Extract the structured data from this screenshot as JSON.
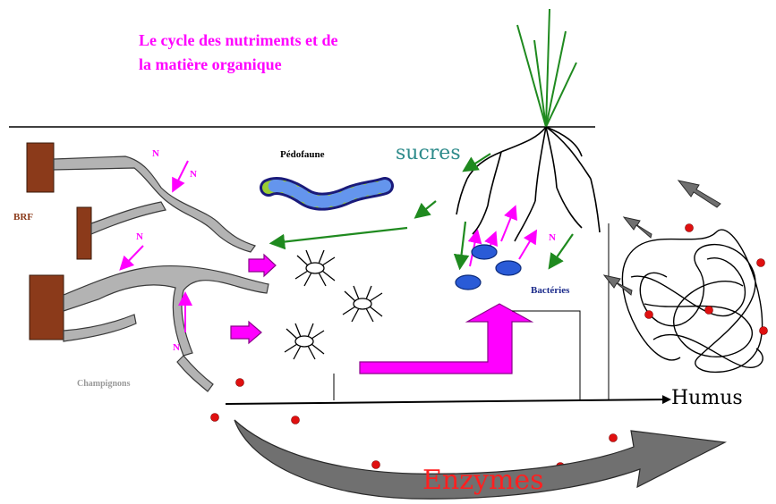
{
  "title": {
    "line1": "Le cycle des nutriments et de",
    "line2": "la matière organique"
  },
  "labels": {
    "brf": "BRF",
    "champignons": "Champignons",
    "pedofaune": "Pédofaune",
    "sucres": "sucres",
    "bacteries": "Bactéries",
    "humus": "Humus",
    "enzymes": "Enzymes",
    "nitrogen": "N"
  },
  "colors": {
    "title": "#ff00ff",
    "brf": "#8b3a1a",
    "wood": "#8b3a1a",
    "fungi": "#b3b3b3",
    "fungi_outline": "#3a3a3a",
    "nitrogen": "#ff00ff",
    "sucres": "#2e8b8b",
    "green_arrow": "#1f8a1f",
    "bacteria": "#2a5bd7",
    "bacteria_label": "#1a2a8a",
    "big_arrow": "#ff00ff",
    "humus_arrows": "#707070",
    "enzymes": "#ff2020",
    "enzyme_dot": "#e01010",
    "soil_line": "#000000"
  }
}
